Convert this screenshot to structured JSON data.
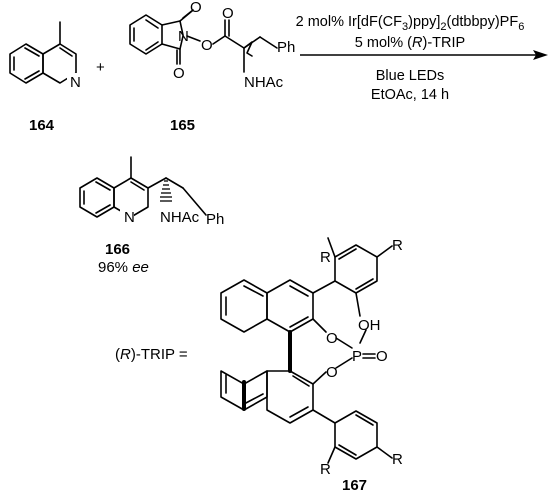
{
  "reaction": {
    "reactant_a": {
      "number": "164"
    },
    "plus": "+",
    "reactant_b": {
      "number": "165",
      "group_ph": "Ph",
      "group_nhac": "NHAc"
    },
    "conditions": {
      "line1_prefix": "2 mol% Ir[dF(CF",
      "line1_sub1": "3",
      "line1_mid": ")ppy]",
      "line1_sub2": "2",
      "line1_suffix": "(dtbbpy)PF",
      "line1_sub3": "6",
      "line2_prefix": "5 mol% (",
      "line2_italic": "R",
      "line2_suffix": ")-TRIP",
      "line3": "Blue LEDs",
      "line4": "EtOAc, 14 h"
    },
    "product": {
      "number": "166",
      "group_ph": "Ph",
      "group_nhac": "NHAc",
      "ee_value": "96%",
      "ee_unit": "ee"
    }
  },
  "catalyst": {
    "label_prefix": "(",
    "label_italic": "R",
    "label_suffix": ")-TRIP =",
    "number": "167",
    "r_group": "R",
    "oh": "OH",
    "o_upper": "O",
    "o_lower": "O",
    "p": "P",
    "o_double": "O"
  }
}
